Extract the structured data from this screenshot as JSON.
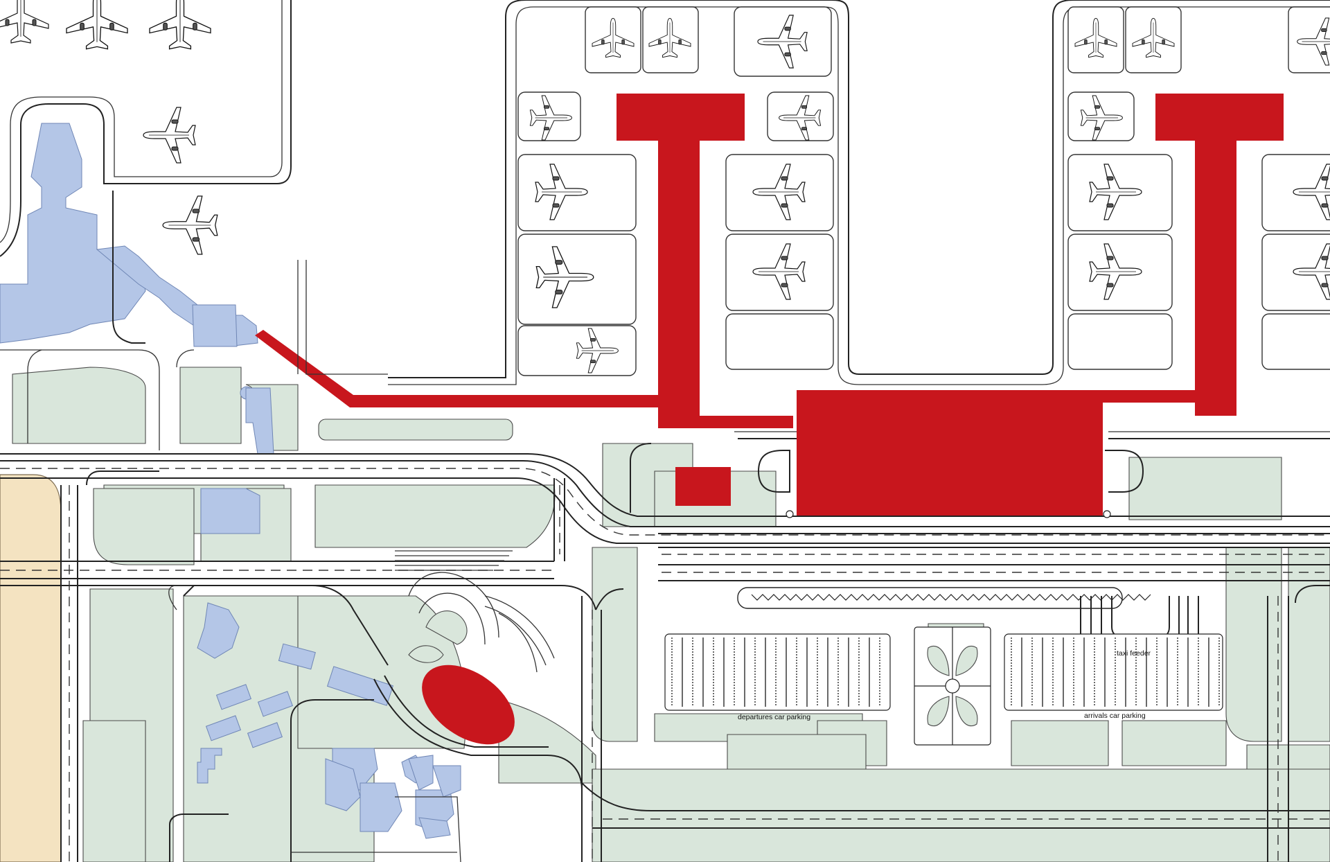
{
  "labels": {
    "taxi_feeder": "taxi feeder",
    "departures_parking": "departures car parking",
    "arrivals_parking": "arrivals car parking"
  },
  "colors": {
    "terminal_red": "#c8161d",
    "existing_terminal_blue": "#b4c6e7",
    "landscape_green": "#d9e6db",
    "sand_area": "#f4e3c1"
  },
  "aircraft_count": 20
}
